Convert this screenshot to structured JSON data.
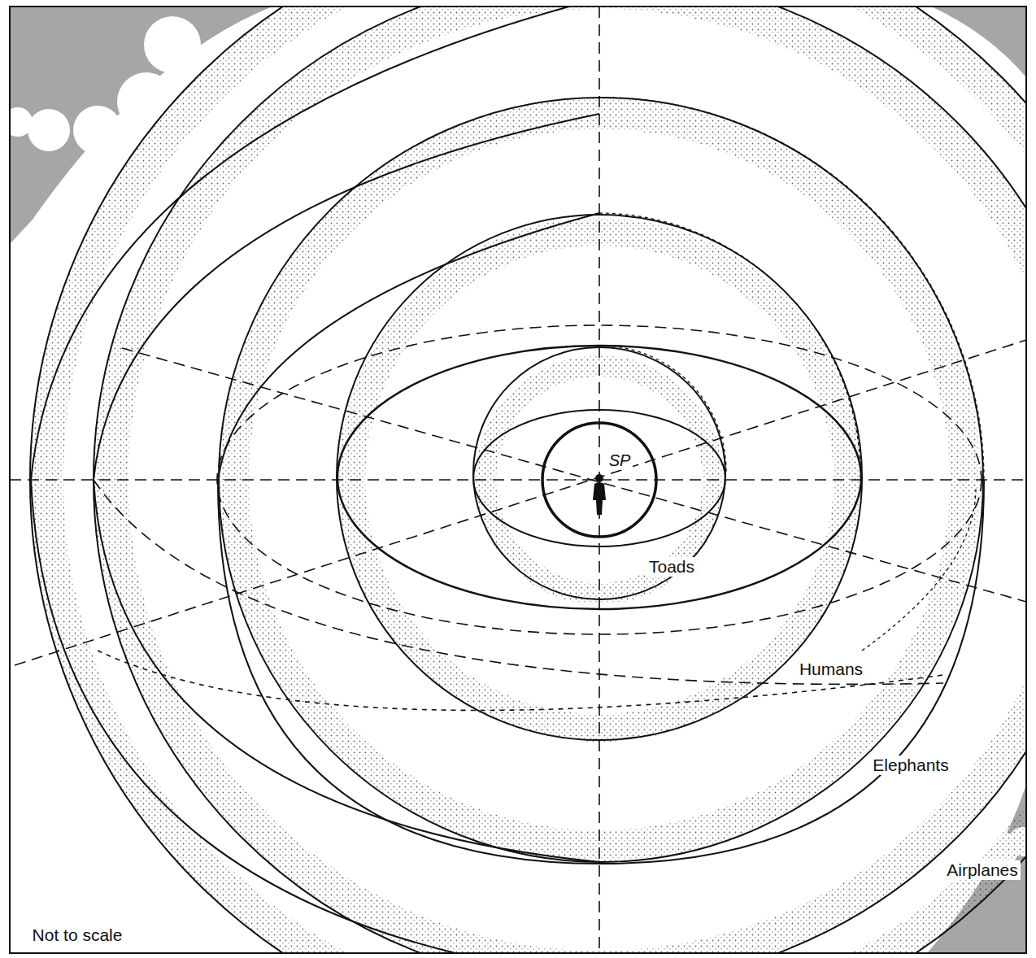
{
  "diagram": {
    "labels": [
      "SP",
      "Toads",
      "Humans",
      "Elephants",
      "Airplanes",
      "Not to scale"
    ]
  }
}
